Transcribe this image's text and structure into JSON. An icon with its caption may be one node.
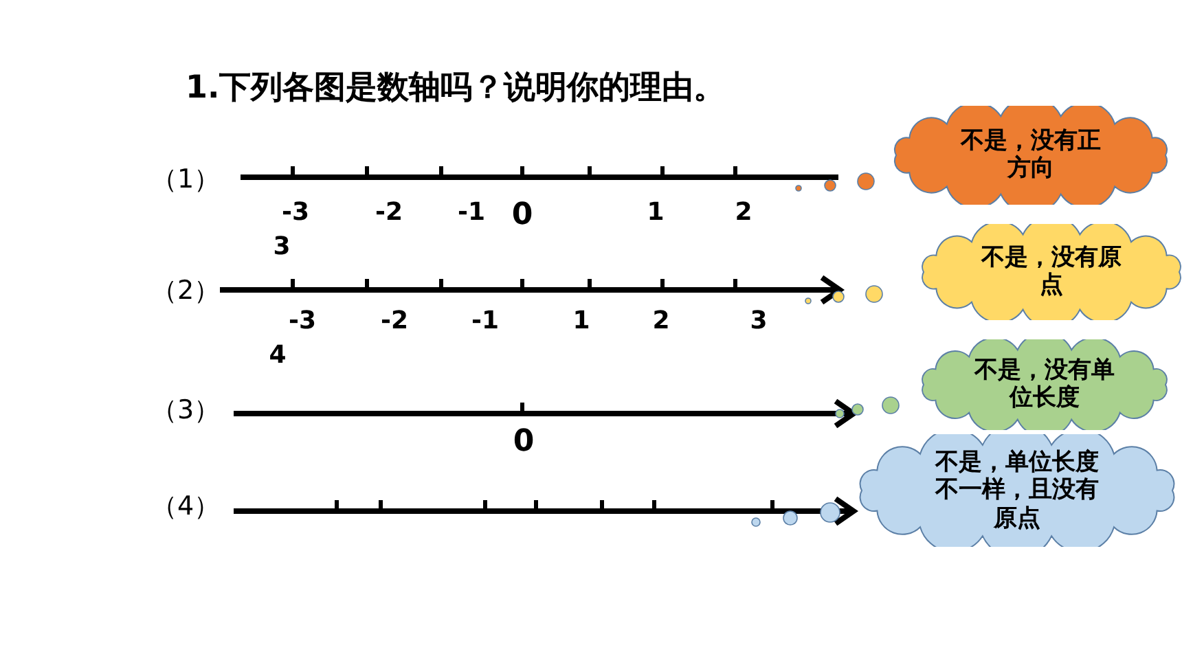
{
  "diagram": {
    "title": "1.下列各图是数轴吗？说明你的理由。",
    "nodes": [
      {
        "text": [
          "不是，没有正方向"
        ]
      },
      {
        "text": [
          "不是，没有原点"
        ]
      },
      {
        "text": [
          "不是，没有单位长度"
        ]
      },
      {
        "text": [
          "不是，单位长度不一样，且没有原点"
        ]
      }
    ],
    "labels": [
      "（1）",
      "-3",
      "-2",
      "-1",
      "0",
      "1",
      "2",
      "3",
      "（2）",
      "-3",
      "-2",
      "-1",
      "1",
      "2",
      "3",
      "4",
      "（3）",
      "0",
      "（4）"
    ]
  }
}
